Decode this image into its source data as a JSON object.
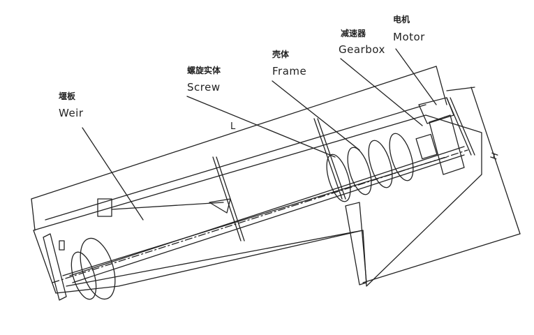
{
  "labels": {
    "weir": {
      "cn": "堰板",
      "en": "Weir"
    },
    "screw": {
      "cn": "螺旋实体",
      "en": "Screw"
    },
    "frame": {
      "cn": "壳体",
      "en": "Frame"
    },
    "gearbox": {
      "cn": "减速器",
      "en": "Gearbox"
    },
    "motor": {
      "cn": "电机",
      "en": "Motor"
    }
  },
  "dimensions": {
    "length": "L",
    "height": "H"
  },
  "colors": {
    "line": "#222222",
    "background": "#ffffff"
  }
}
